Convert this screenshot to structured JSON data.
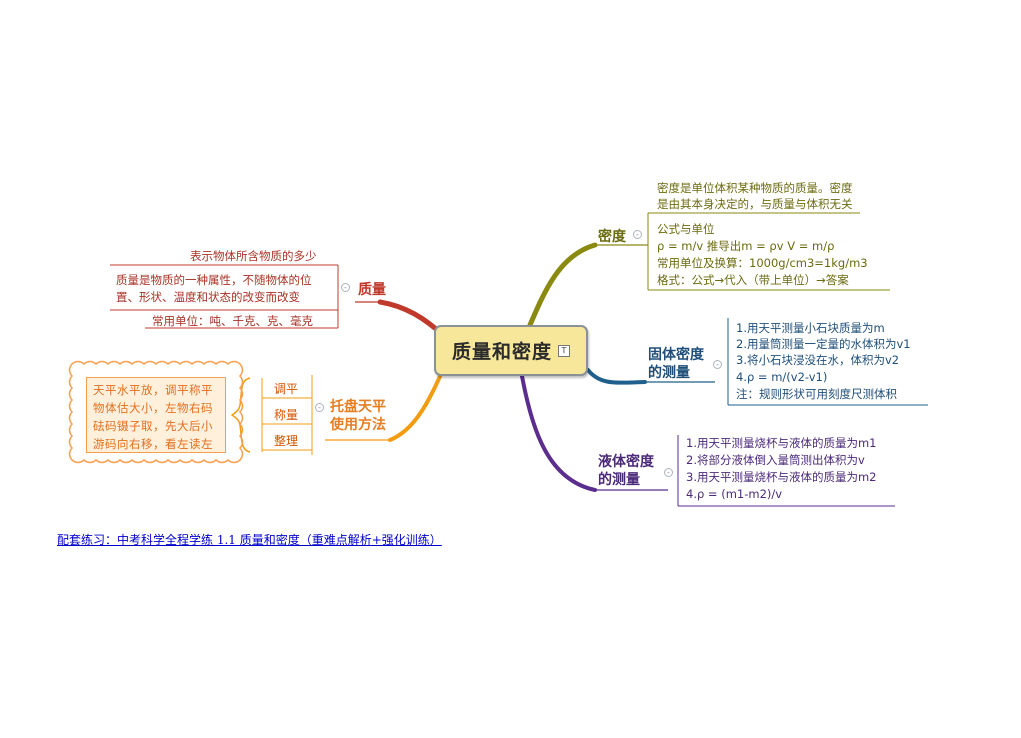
{
  "center": {
    "title": "质量和密度",
    "note_icon": "T"
  },
  "branches": {
    "mass": {
      "title": "质量",
      "leaves": [
        "表示物体所含物质的多少",
        "质量是物质的一种属性，不随物体的位",
        "置、形状、温度和状态的改变而改变",
        "常用单位：吨、千克、克、毫克"
      ]
    },
    "balance": {
      "title_line1": "托盘天平",
      "title_line2": "使用方法",
      "leaves": [
        "调平",
        "称量",
        "整理"
      ],
      "callout": "天平水平放，调平称平物体估大小，左物右码砝码镊子取，先大后小游码向右移，看左读左"
    },
    "density": {
      "title": "密度",
      "def_line1": "密度是单位体积某种物质的质量。密度",
      "def_line2": "是由其本身决定的，与质量与体积无关",
      "formula_lines": [
        "公式与单位",
        "ρ = m/v  推导出m = ρv  V = m/ρ",
        "常用单位及换算：1000g/cm3=1kg/m3",
        "格式：公式→代入（带上单位）→答案"
      ]
    },
    "solid": {
      "title_line1": "固体密度",
      "title_line2": "的测量",
      "steps": [
        "1.用天平测量小石块质量为m",
        "2.用量筒测量一定量的水体积为v1",
        "3.将小石块浸没在水，体积为v2",
        "4.ρ = m/(v2-v1)",
        "注：规则形状可用刻度尺测体积"
      ]
    },
    "liquid": {
      "title_line1": "液体密度",
      "title_line2": "的测量",
      "steps": [
        "1.用天平测量烧杯与液体的质量为m1",
        "2.将部分液体倒入量筒测出体积为v",
        "3.用天平测量烧杯与液体的质量为m2",
        "4.ρ = (m1-m2)/v"
      ]
    }
  },
  "footer_link": "配套练习：中考科学全程学练 1.1 质量和密度（重难点解析+强化训练）",
  "colors": {
    "red": "#c0392b",
    "orange": "#f39c12",
    "olive": "#8a8a10",
    "blue": "#1f5f8b",
    "purple": "#5b2d8e",
    "center_fill": "#f7e79a"
  }
}
